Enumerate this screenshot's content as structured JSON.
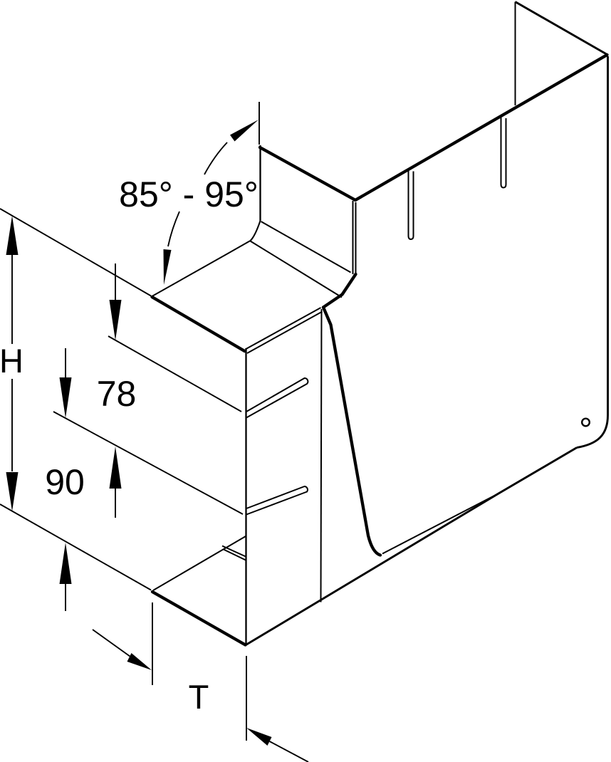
{
  "drawing": {
    "title": "isometric-technical-drawing-cable-trunking-flat-corner",
    "colors": {
      "line": "#000000",
      "background": "#ffffff"
    },
    "labels": {
      "angle_range": "85° - 95°",
      "height": "H",
      "upper_spacing": "78",
      "lower_spacing": "90",
      "depth": "T"
    }
  }
}
